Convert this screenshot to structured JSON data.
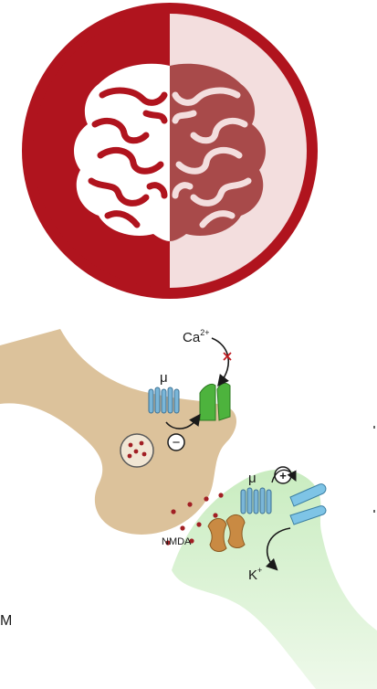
{
  "logo": {
    "icon": "brain-icon",
    "colors": {
      "ring": "#b0141e",
      "left_fill": "#b0141e",
      "right_fill": "#f3dede",
      "brain_left": "#ffffff",
      "brain_right": "#a84a4a"
    }
  },
  "diagram": {
    "colors": {
      "presynaptic": "#dcc29b",
      "postsynaptic": "#c9ecc0",
      "receptor": "#7ab6d8",
      "calcium_channel": "#4db33d",
      "potassium_channel": "#7ec4e6",
      "nmda_receptor": "#c98a43",
      "vesicle_dot": "#a11f24"
    },
    "labels": {
      "calcium": "Ca",
      "calcium_sup": "2+",
      "mu_pre": "μ",
      "mu_post": "μ",
      "minus_symbol": "−",
      "plus_symbol": "+",
      "nmda": "NMDA",
      "potassium": "K",
      "potassium_sup": "+",
      "cut_letter": "M"
    }
  }
}
